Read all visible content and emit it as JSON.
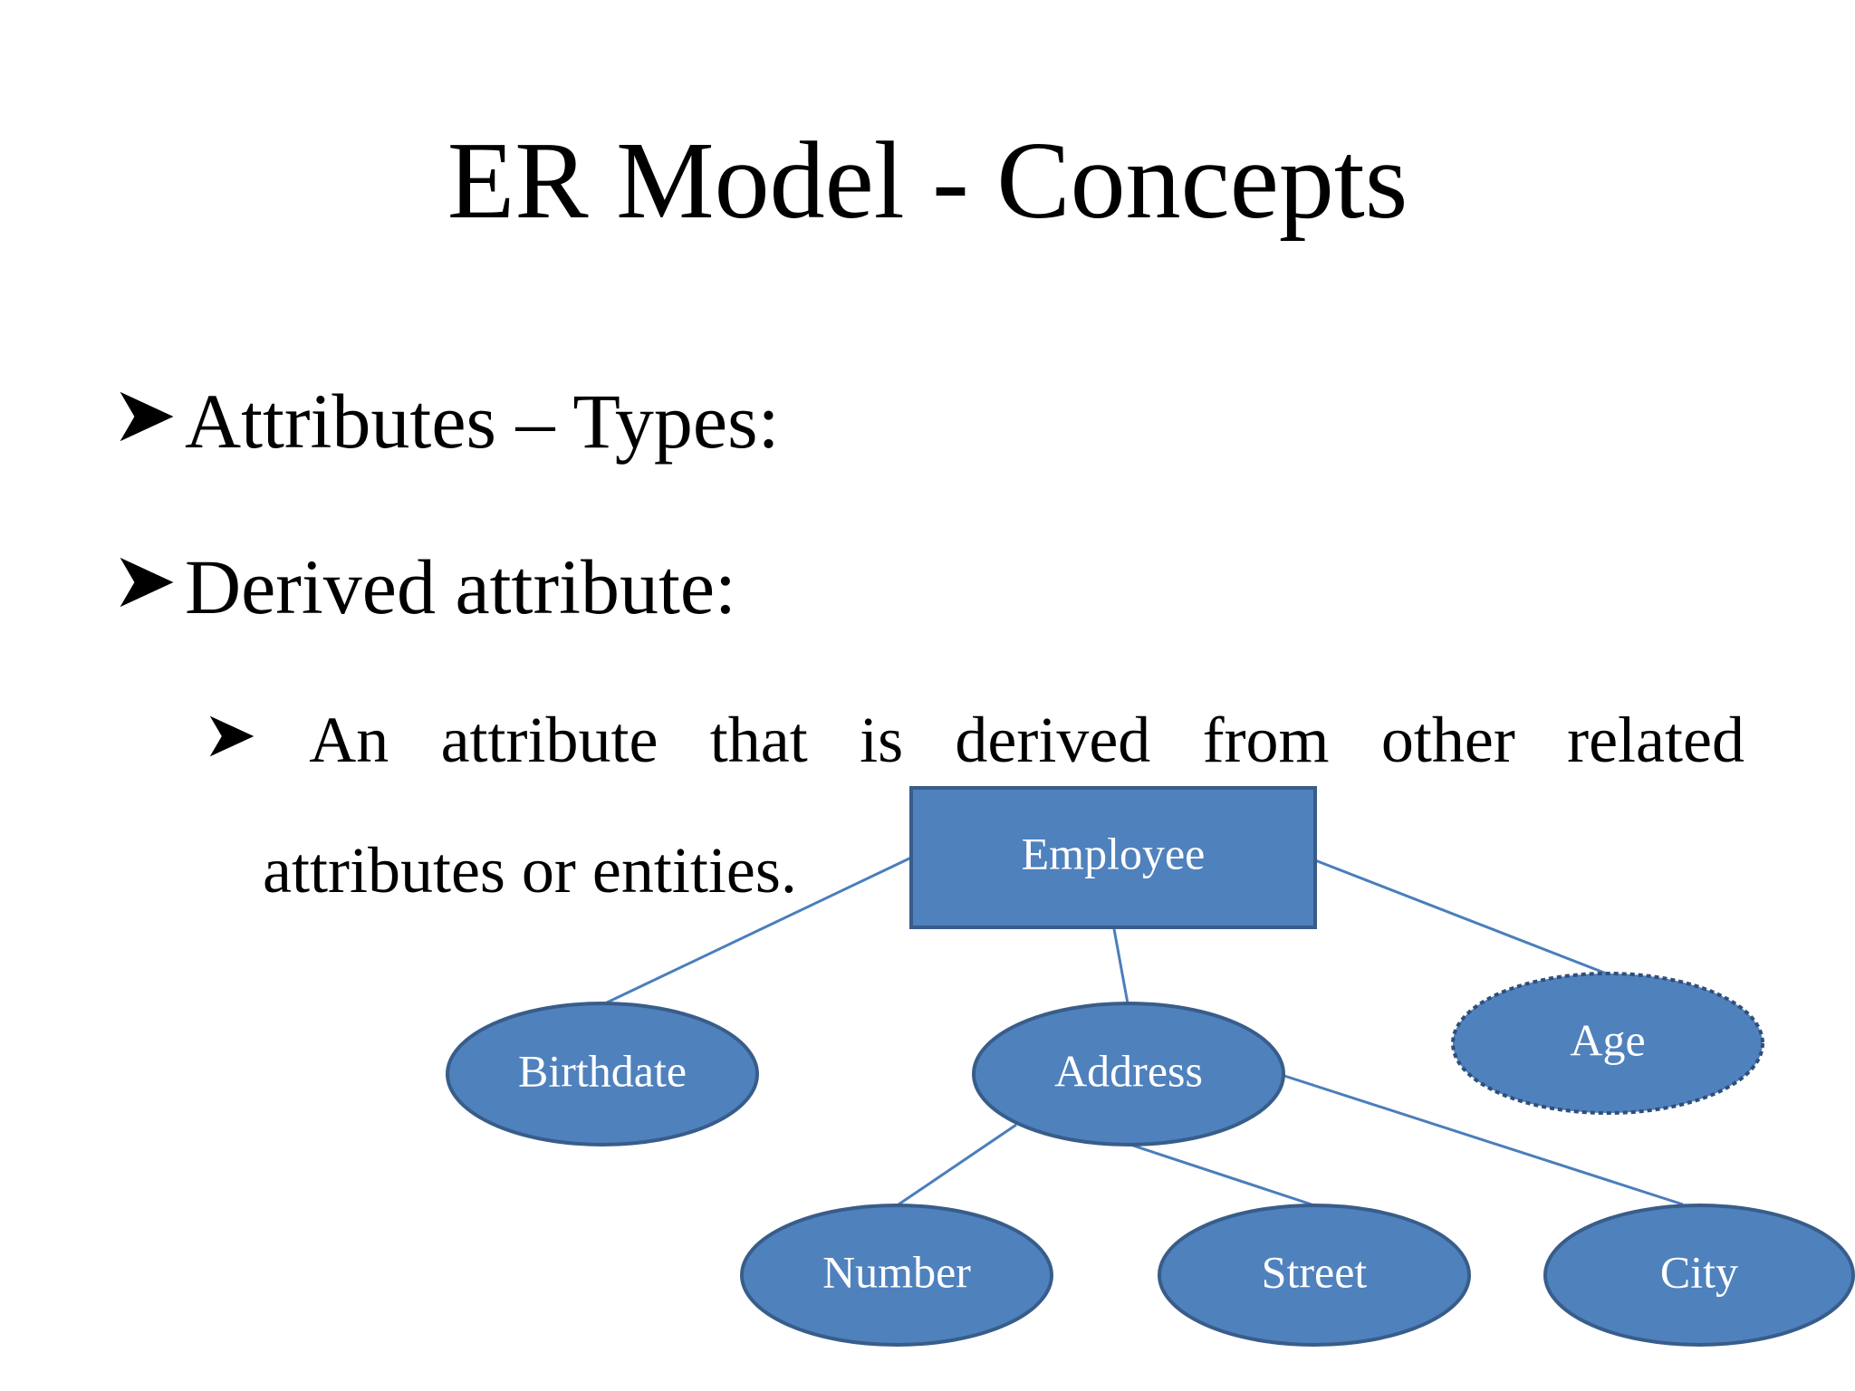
{
  "slide": {
    "title": "ER Model - Concepts",
    "bullets": [
      "Attributes – Types:",
      "Derived attribute:"
    ],
    "sub_bullet": {
      "line1_words": [
        "An",
        "attribute",
        "that",
        "is",
        "derived",
        "from",
        "other",
        "related"
      ],
      "line2": "attributes or entities."
    }
  },
  "diagram": {
    "entity": "Employee",
    "attributes": {
      "birthdate": "Birthdate",
      "address": "Address",
      "age": "Age",
      "number": "Number",
      "street": "Street",
      "city": "City"
    },
    "derived_attribute": "Age",
    "colors": {
      "fill": "#4f81bd",
      "stroke": "#385d8a",
      "line": "#4a7ebb",
      "text": "#ffffff"
    }
  }
}
